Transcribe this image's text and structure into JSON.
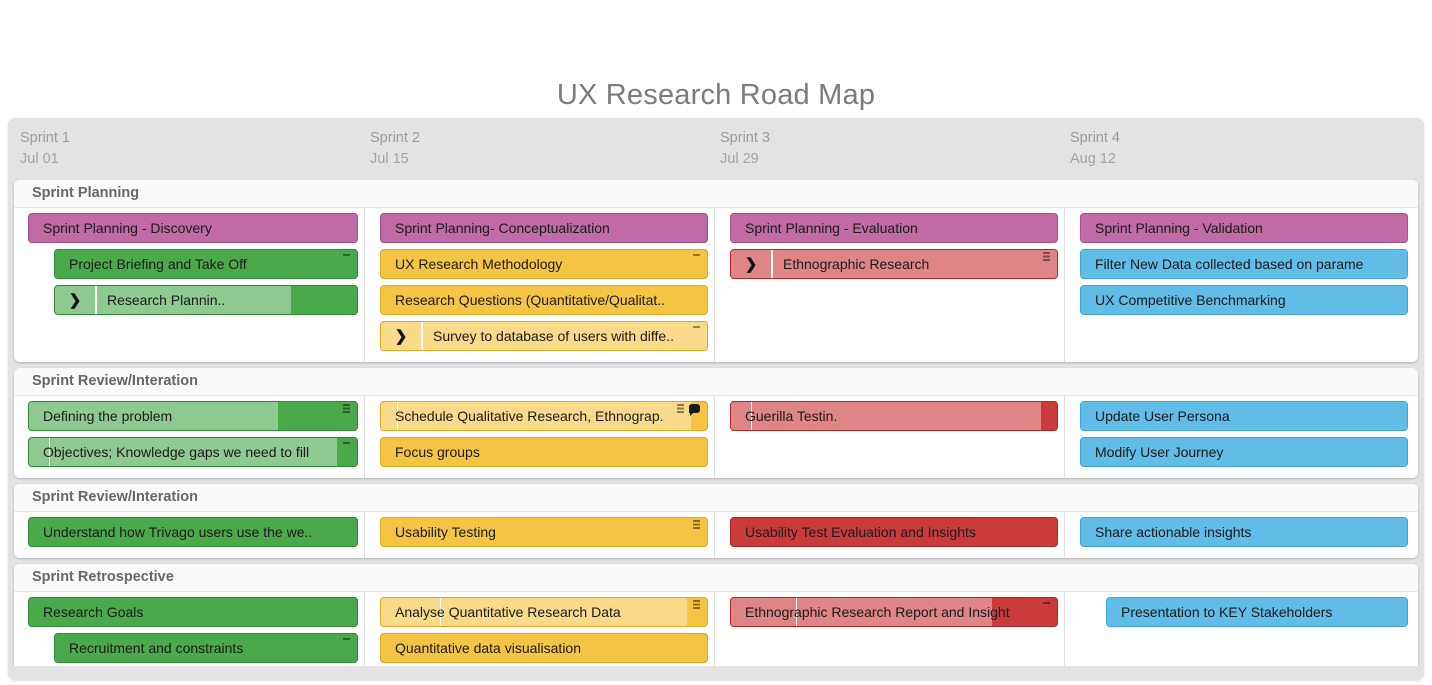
{
  "page": {
    "title": "UX Research Road Map"
  },
  "colors": {
    "purple": "#c06ba5",
    "purple_border": "#a64e8a",
    "green": "#49a94b",
    "green_border": "#2f8a34",
    "green_light": "#7cc57e",
    "yellow": "#f6c445",
    "yellow_border": "#e0a81d",
    "yellow_light": "#f8d582",
    "red": "#cb3b3b",
    "red_border": "#b02626",
    "red_light": "#d98080",
    "blue": "#62bce8",
    "blue_border": "#3fa6d8",
    "board_bg": "#e3e3e3",
    "group_title": "#666666",
    "sprint_label": "#9a9a9a",
    "page_title": "#7b7b7b"
  },
  "sprints": [
    {
      "name": "Sprint 1",
      "date": "Jul 01"
    },
    {
      "name": "Sprint 2",
      "date": "Jul 15"
    },
    {
      "name": "Sprint 3",
      "date": "Jul 29"
    },
    {
      "name": "Sprint 4",
      "date": "Aug 12"
    }
  ],
  "groups": [
    {
      "title": "Sprint Planning",
      "tasks": [
        {
          "label": "Sprint Planning - Discovery",
          "color": "purple",
          "row": 0,
          "col": 0,
          "indent": 0,
          "progress": 0,
          "toggle": false,
          "menu": false,
          "dash": false,
          "comment": false,
          "marker": 0
        },
        {
          "label": "Project Briefing and Take Off",
          "color": "green",
          "row": 1,
          "col": 0,
          "indent": 1,
          "progress": 0,
          "toggle": false,
          "menu": false,
          "dash": true,
          "comment": false,
          "marker": 0
        },
        {
          "label": "Research Plannin..",
          "color": "green",
          "row": 2,
          "col": 0,
          "indent": 1,
          "progress": 78,
          "toggle": true,
          "menu": false,
          "dash": false,
          "comment": false,
          "marker": 0
        },
        {
          "label": "Sprint Planning- Conceptualization",
          "color": "purple",
          "row": 0,
          "col": 1,
          "indent": 0,
          "progress": 0,
          "toggle": false,
          "menu": false,
          "dash": false,
          "comment": false,
          "marker": 0
        },
        {
          "label": "UX Research Methodology",
          "color": "yellow",
          "row": 1,
          "col": 1,
          "indent": 0,
          "progress": 0,
          "toggle": false,
          "menu": false,
          "dash": true,
          "comment": false,
          "marker": 0
        },
        {
          "label": "Research Questions (Quantitative/Qualitat..",
          "color": "yellow",
          "row": 2,
          "col": 1,
          "indent": 0,
          "progress": 0,
          "toggle": false,
          "menu": false,
          "dash": false,
          "comment": false,
          "marker": 0
        },
        {
          "label": "Survey to database of users with diffe..",
          "color": "yellow",
          "row": 3,
          "col": 1,
          "indent": 0,
          "progress": 100,
          "toggle": true,
          "menu": false,
          "dash": true,
          "comment": false,
          "marker": 0
        },
        {
          "label": "Sprint Planning - Evaluation",
          "color": "purple",
          "row": 0,
          "col": 2,
          "indent": 0,
          "progress": 0,
          "toggle": false,
          "menu": false,
          "dash": false,
          "comment": false,
          "marker": 0
        },
        {
          "label": "Ethnographic Research",
          "color": "red",
          "row": 1,
          "col": 2,
          "indent": 0,
          "progress": 100,
          "toggle": true,
          "menu": true,
          "dash": false,
          "comment": false,
          "marker": 0
        },
        {
          "label": "Sprint Planning - Validation",
          "color": "purple",
          "row": 0,
          "col": 3,
          "indent": 0,
          "progress": 0,
          "toggle": false,
          "menu": false,
          "dash": false,
          "comment": false,
          "marker": 0
        },
        {
          "label": "Filter New Data collected based on parame",
          "color": "blue",
          "row": 1,
          "col": 3,
          "indent": 0,
          "progress": 0,
          "toggle": false,
          "menu": false,
          "dash": false,
          "comment": false,
          "marker": 0
        },
        {
          "label": "UX Competitive Benchmarking",
          "color": "blue",
          "row": 2,
          "col": 3,
          "indent": 0,
          "progress": 0,
          "toggle": false,
          "menu": false,
          "dash": false,
          "comment": false,
          "marker": 0
        }
      ]
    },
    {
      "title": "Sprint Review/Interation",
      "tasks": [
        {
          "label": "Defining the problem",
          "color": "green",
          "row": 0,
          "col": 0,
          "indent": 0,
          "progress": 76,
          "toggle": false,
          "menu": true,
          "dash": false,
          "comment": false,
          "marker": 0
        },
        {
          "label": "Objectives; Knowledge gaps we need to fill",
          "color": "green",
          "row": 1,
          "col": 0,
          "indent": 0,
          "progress": 94,
          "toggle": false,
          "menu": false,
          "dash": true,
          "comment": false,
          "marker": 6
        },
        {
          "label": "Schedule Qualitative Research, Ethnograp.",
          "color": "yellow",
          "row": 0,
          "col": 1,
          "indent": 0,
          "progress": 95,
          "toggle": false,
          "menu": true,
          "dash": false,
          "comment": true,
          "marker": 5
        },
        {
          "label": "Focus groups",
          "color": "yellow",
          "row": 1,
          "col": 1,
          "indent": 0,
          "progress": 0,
          "toggle": false,
          "menu": false,
          "dash": false,
          "comment": false,
          "marker": 0
        },
        {
          "label": "Guerilla Testin.",
          "color": "red",
          "row": 0,
          "col": 2,
          "indent": 0,
          "progress": 95,
          "toggle": false,
          "menu": false,
          "dash": false,
          "comment": false,
          "marker": 6
        },
        {
          "label": "Update User Persona",
          "color": "blue",
          "row": 0,
          "col": 3,
          "indent": 0,
          "progress": 0,
          "toggle": false,
          "menu": false,
          "dash": false,
          "comment": false,
          "marker": 0
        },
        {
          "label": "Modify User Journey",
          "color": "blue",
          "row": 1,
          "col": 3,
          "indent": 0,
          "progress": 0,
          "toggle": false,
          "menu": false,
          "dash": false,
          "comment": false,
          "marker": 0
        }
      ]
    },
    {
      "title": "Sprint Review/Interation",
      "tasks": [
        {
          "label": "Understand how Trivago users use the we..",
          "color": "green",
          "row": 0,
          "col": 0,
          "indent": 0,
          "progress": 0,
          "toggle": false,
          "menu": false,
          "dash": false,
          "comment": false,
          "marker": 0
        },
        {
          "label": "Usability Testing",
          "color": "yellow",
          "row": 0,
          "col": 1,
          "indent": 0,
          "progress": 0,
          "toggle": false,
          "menu": true,
          "dash": false,
          "comment": false,
          "marker": 0
        },
        {
          "label": "Usability Test Evaluation and Insights",
          "color": "red",
          "row": 0,
          "col": 2,
          "indent": 0,
          "progress": 0,
          "toggle": false,
          "menu": false,
          "dash": false,
          "comment": false,
          "marker": 0
        },
        {
          "label": "Share actionable insights",
          "color": "blue",
          "row": 0,
          "col": 3,
          "indent": 0,
          "progress": 0,
          "toggle": false,
          "menu": false,
          "dash": false,
          "comment": false,
          "marker": 0
        }
      ]
    },
    {
      "title": "Sprint Retrospective",
      "tasks": [
        {
          "label": "Research Goals",
          "color": "green",
          "row": 0,
          "col": 0,
          "indent": 0,
          "progress": 0,
          "toggle": false,
          "menu": false,
          "dash": false,
          "comment": false,
          "marker": 0
        },
        {
          "label": "Recruitment and constraints",
          "color": "green",
          "row": 1,
          "col": 0,
          "indent": 1,
          "progress": 0,
          "toggle": false,
          "menu": false,
          "dash": true,
          "comment": false,
          "marker": 0
        },
        {
          "label": "Analyse Quantitative Research Data",
          "color": "yellow",
          "row": 0,
          "col": 1,
          "indent": 0,
          "progress": 94,
          "toggle": false,
          "menu": true,
          "dash": false,
          "comment": false,
          "marker": 18
        },
        {
          "label": "Quantitative data visualisation",
          "color": "yellow",
          "row": 1,
          "col": 1,
          "indent": 0,
          "progress": 0,
          "toggle": false,
          "menu": false,
          "dash": false,
          "comment": false,
          "marker": 0
        },
        {
          "label": "Ethnographic Research Report and Insight",
          "color": "red",
          "row": 0,
          "col": 2,
          "indent": 0,
          "progress": 80,
          "toggle": false,
          "menu": false,
          "dash": true,
          "comment": false,
          "marker": 20
        },
        {
          "label": "Presentation to KEY Stakeholders",
          "color": "blue",
          "row": 0,
          "col": 3,
          "indent": 1,
          "progress": 0,
          "toggle": false,
          "menu": false,
          "dash": false,
          "comment": false,
          "marker": 0
        }
      ]
    }
  ],
  "icons": {
    "toggle": "chevron-right-icon",
    "menu": "drag-handle-icon",
    "comment": "comment-bubble-icon"
  }
}
